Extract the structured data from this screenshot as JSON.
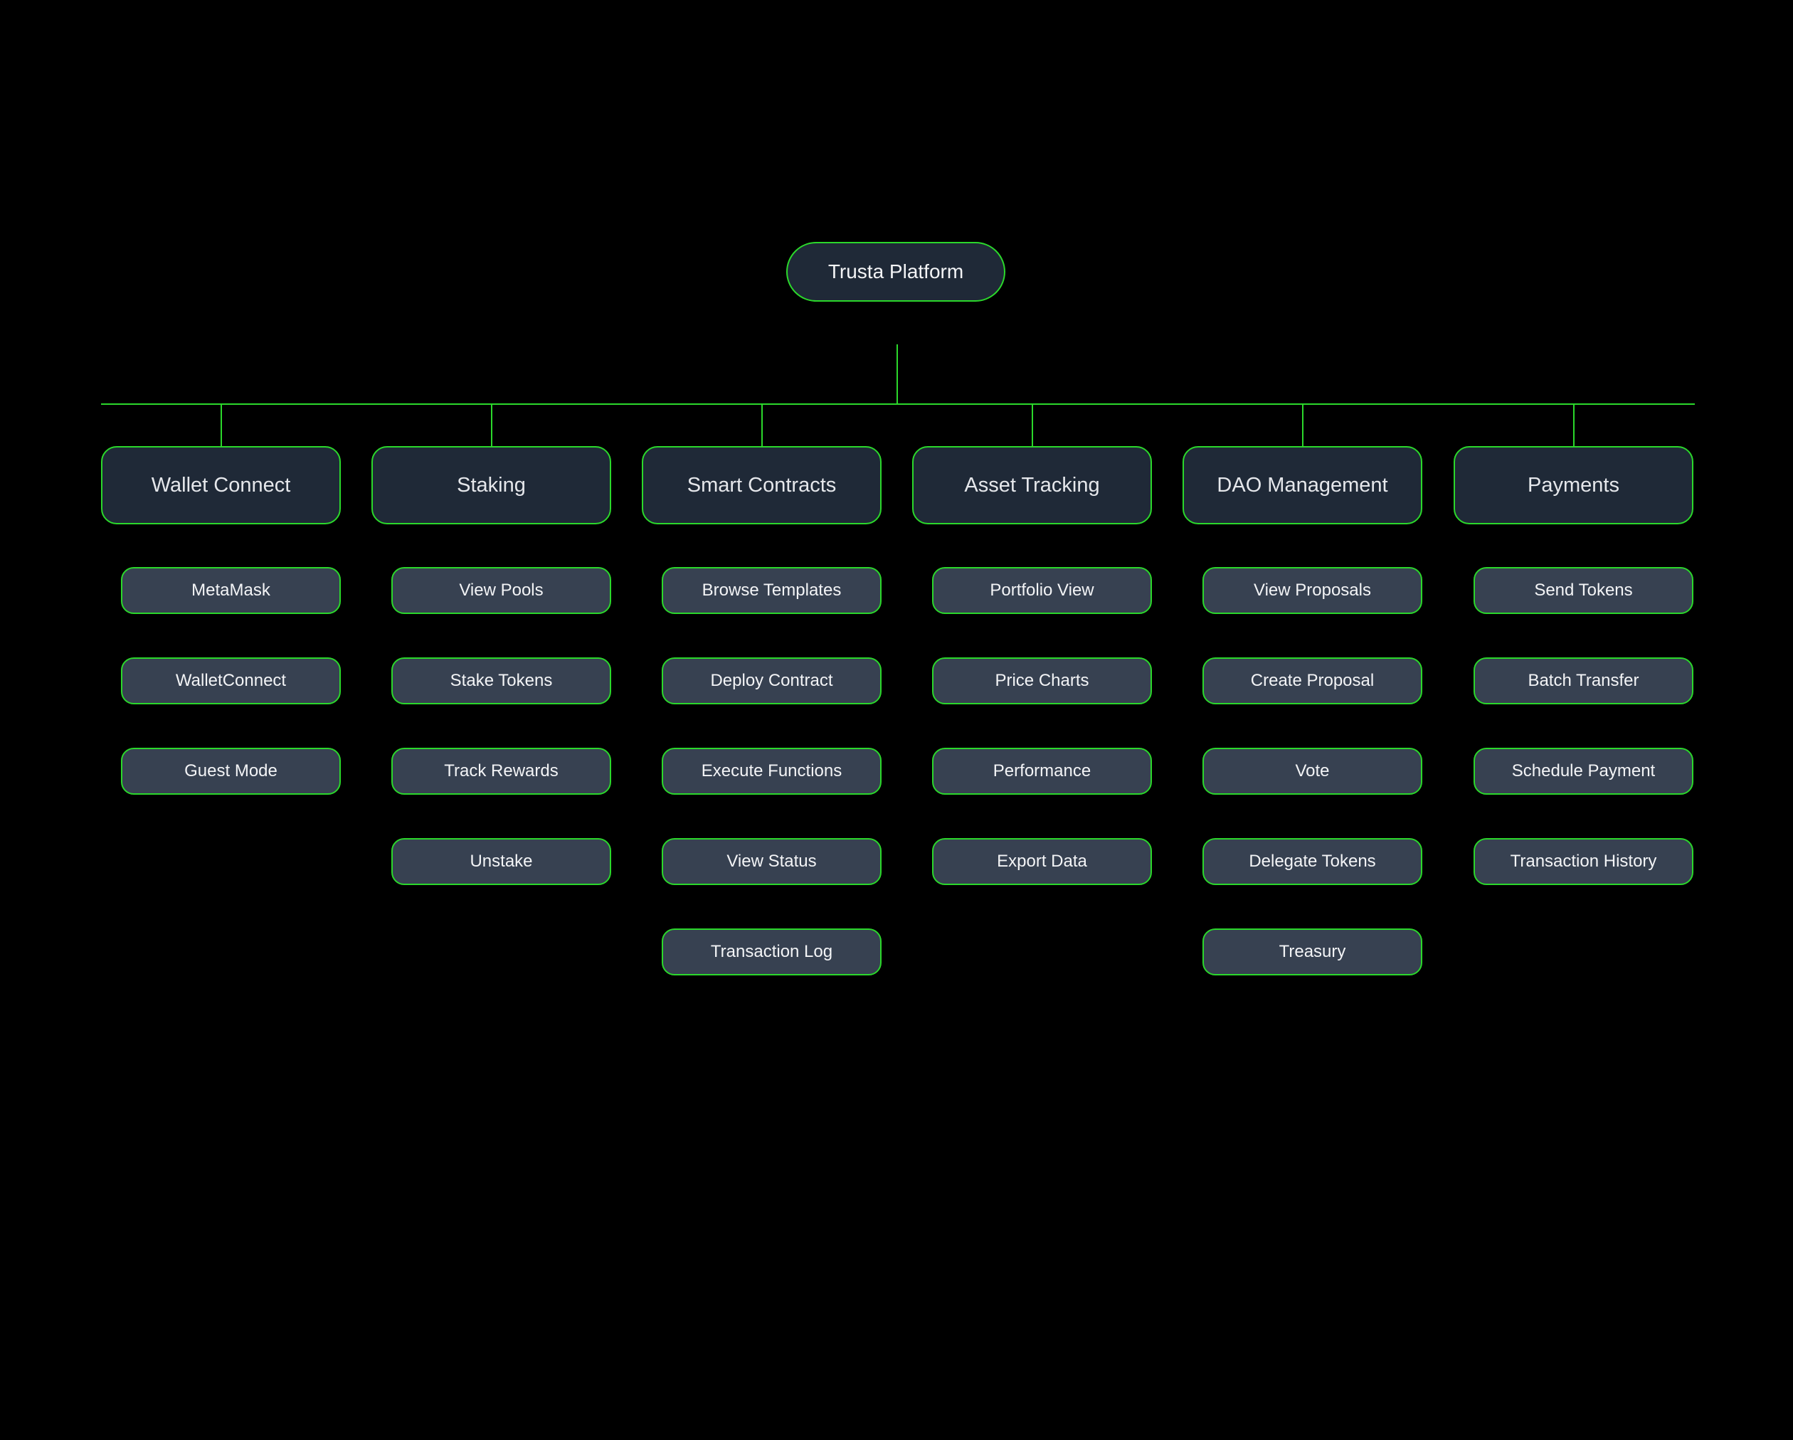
{
  "root": {
    "label": "Trusta Platform"
  },
  "colors": {
    "background": "#000000",
    "connector": "#2bd82b",
    "root_fill": "#1f2937",
    "category_fill": "#1f2937",
    "item_fill": "#374151",
    "text": "#f3f4f6"
  },
  "categories": [
    {
      "label": "Wallet Connect",
      "items": [
        "MetaMask",
        "WalletConnect",
        "Guest Mode"
      ]
    },
    {
      "label": "Staking",
      "items": [
        "View Pools",
        "Stake Tokens",
        "Track Rewards",
        "Unstake"
      ]
    },
    {
      "label": "Smart Contracts",
      "items": [
        "Browse Templates",
        "Deploy Contract",
        "Execute Functions",
        "View Status",
        "Transaction Log"
      ]
    },
    {
      "label": "Asset Tracking",
      "items": [
        "Portfolio View",
        "Price Charts",
        "Performance",
        "Export Data"
      ]
    },
    {
      "label": "DAO Management",
      "items": [
        "View Proposals",
        "Create Proposal",
        "Vote",
        "Delegate Tokens",
        "Treasury"
      ]
    },
    {
      "label": "Payments",
      "items": [
        "Send Tokens",
        "Batch Transfer",
        "Schedule Payment",
        "Transaction History"
      ]
    }
  ]
}
